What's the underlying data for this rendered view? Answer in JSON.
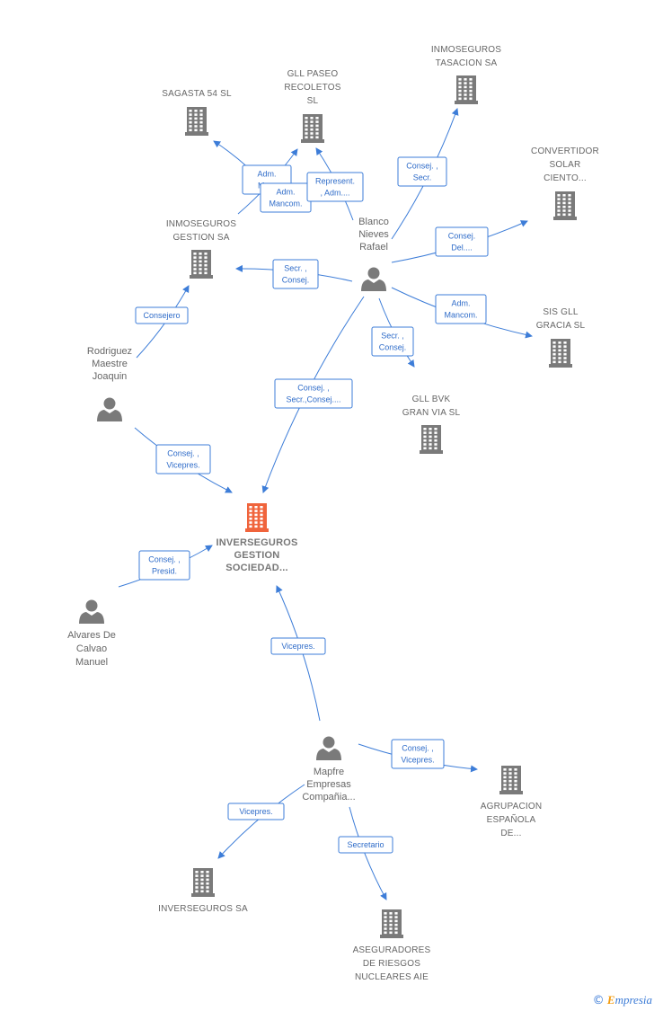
{
  "nodes": [
    {
      "id": "focus",
      "type": "company",
      "focus": true,
      "label": [
        "INVERSEGUROS",
        "GESTION",
        "SOCIEDAD..."
      ]
    },
    {
      "id": "sagasta",
      "type": "company",
      "label": [
        "SAGASTA 54 SL"
      ]
    },
    {
      "id": "paseo",
      "type": "company",
      "label": [
        "GLL PASEO",
        "RECOLETOS",
        "SL"
      ]
    },
    {
      "id": "tasacion",
      "type": "company",
      "label": [
        "INMOSEGUROS",
        "TASACION SA"
      ]
    },
    {
      "id": "convertidor",
      "type": "company",
      "label": [
        "CONVERTIDOR",
        "SOLAR",
        "CIENTO..."
      ]
    },
    {
      "id": "inmogestion",
      "type": "company",
      "label": [
        "INMOSEGUROS",
        "GESTION SA"
      ]
    },
    {
      "id": "sisgll",
      "type": "company",
      "label": [
        "SIS GLL",
        "GRACIA  SL"
      ]
    },
    {
      "id": "bvk",
      "type": "company",
      "label": [
        "GLL BVK",
        "GRAN VIA  SL"
      ]
    },
    {
      "id": "agrupacion",
      "type": "company",
      "label": [
        "AGRUPACION",
        "ESPAÑOLA",
        "DE..."
      ]
    },
    {
      "id": "invsa",
      "type": "company",
      "label": [
        "INVERSEGUROS SA"
      ]
    },
    {
      "id": "asegur",
      "type": "company",
      "label": [
        "ASEGURADORES",
        "DE RIESGOS",
        "NUCLEARES AIE"
      ]
    },
    {
      "id": "blanco",
      "type": "person",
      "label": [
        "Blanco",
        "Nieves",
        "Rafael"
      ]
    },
    {
      "id": "rodriguez",
      "type": "person",
      "label": [
        "Rodriguez",
        "Maestre",
        "Joaquin"
      ]
    },
    {
      "id": "alvares",
      "type": "person",
      "label": [
        "Alvares De",
        "Calvao",
        "Manuel"
      ]
    },
    {
      "id": "mapfre",
      "type": "person",
      "label": [
        "Mapfre",
        "Empresas",
        "Compañia..."
      ]
    }
  ],
  "edges": [
    {
      "id": "e1",
      "label": [
        "Adm.",
        "Ma..."
      ]
    },
    {
      "id": "e2",
      "label": [
        "Adm.",
        "Mancom."
      ]
    },
    {
      "id": "e3",
      "label": [
        "Represent.",
        ", Adm...."
      ]
    },
    {
      "id": "e4",
      "label": [
        "Consej. ,",
        "Secr."
      ]
    },
    {
      "id": "e5",
      "label": [
        "Consej.",
        "Del...."
      ]
    },
    {
      "id": "e6",
      "label": [
        "Secr. ,",
        "Consej."
      ]
    },
    {
      "id": "e7",
      "label": [
        "Adm.",
        "Mancom."
      ]
    },
    {
      "id": "e8",
      "label": [
        "Secr. ,",
        "Consej."
      ]
    },
    {
      "id": "e9",
      "label": [
        "Consej. ,",
        "Secr.,Consej...."
      ]
    },
    {
      "id": "e10",
      "label": [
        "Consejero"
      ]
    },
    {
      "id": "e11",
      "label": [
        "Consej. ,",
        "Vicepres."
      ]
    },
    {
      "id": "e12",
      "label": [
        "Consej. ,",
        "Presid."
      ]
    },
    {
      "id": "e13",
      "label": [
        "Vicepres."
      ]
    },
    {
      "id": "e14",
      "label": [
        "Consej. ,",
        "Vicepres."
      ]
    },
    {
      "id": "e15",
      "label": [
        "Vicepres."
      ]
    },
    {
      "id": "e16",
      "label": [
        "Secretario"
      ]
    }
  ],
  "colors": {
    "edge": "#3d7dd8",
    "company": "#7a7a7a",
    "focus": "#f0643c",
    "person": "#7a7a7a"
  },
  "footer": {
    "copyright": "©",
    "brand_initial": "E",
    "brand_rest": "mpresia"
  }
}
